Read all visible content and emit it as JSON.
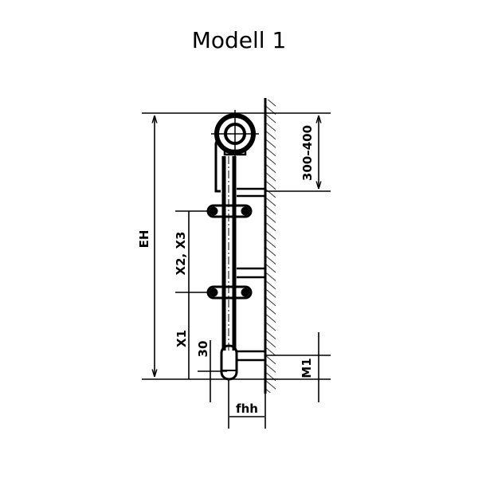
{
  "title": "Modell 1",
  "labels": {
    "eh": "EH",
    "x2x3": "X2, X3",
    "x1": "X1",
    "d30": "30",
    "range": "300–400",
    "m1": "M1",
    "fhh": "fhh"
  },
  "colors": {
    "line": "#000000",
    "background": "#ffffff"
  }
}
